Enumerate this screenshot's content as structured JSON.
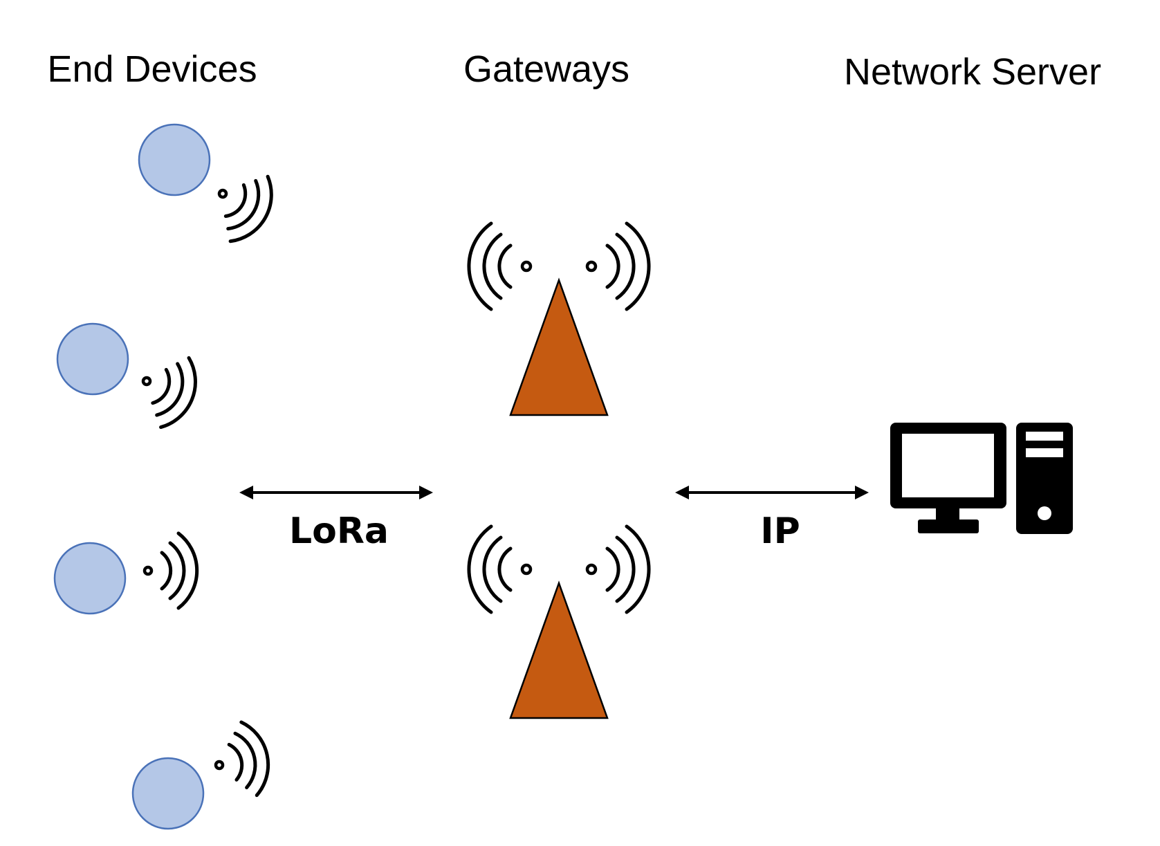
{
  "columns": {
    "end_devices": "End Devices",
    "gateways": "Gateways",
    "network_server": "Network Server"
  },
  "links": {
    "device_gateway": "LoRa",
    "gateway_server": "IP"
  },
  "colors": {
    "end_device_fill": "#b4c7e7",
    "end_device_outline": "#4a72b8",
    "gateway_tower": "#c55a11",
    "lines_and_icons": "#000000"
  },
  "icons": {
    "end_device": "circle-node",
    "signal": "radio-waves-icon",
    "gateway": "antenna-tower-icon",
    "server": "desktop-computer-icon"
  }
}
